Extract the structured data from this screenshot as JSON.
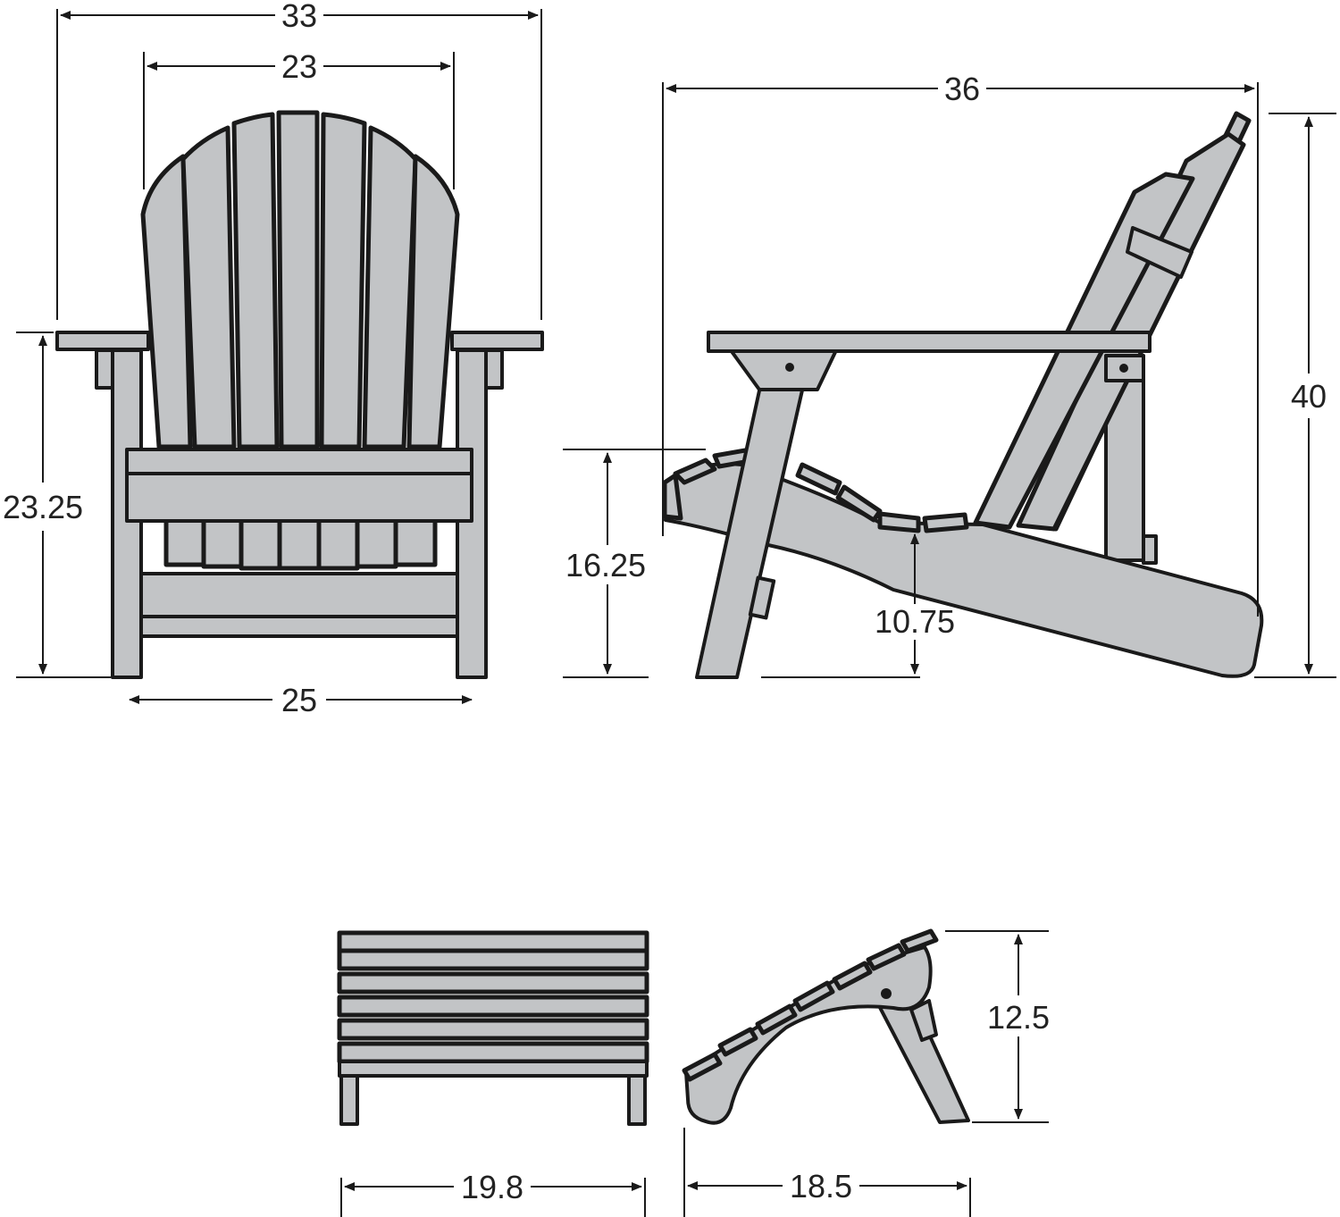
{
  "dimensions": {
    "front_overall_width": "33",
    "front_back_width": "23",
    "front_arm_height": "23.25",
    "front_base_width": "25",
    "side_depth": "36",
    "side_height": "40",
    "side_seat_front_height": "16.25",
    "side_seat_low_height": "10.75",
    "ottoman_width": "19.8",
    "ottoman_depth": "18.5",
    "ottoman_height": "12.5"
  },
  "colors": {
    "part_fill": "#c2c4c6",
    "outline": "#1a1a1a",
    "background": "#ffffff"
  }
}
